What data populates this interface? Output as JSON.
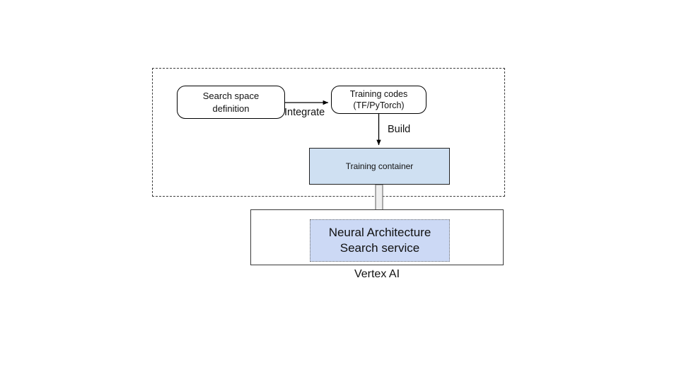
{
  "diagram": {
    "title_caption": "Vertex AI",
    "group_container": {
      "name": "user-managed-group",
      "border_style": "dashed"
    },
    "nodes": [
      {
        "id": "search-space",
        "label": "Search space\ndefinition",
        "line1": "Search space",
        "line2": "definition",
        "shape": "rounded-rectangle",
        "fill": "#ffffff",
        "stroke": "#000000"
      },
      {
        "id": "training-codes",
        "label": "Training codes\n(TF/PyTorch)",
        "line1": "Training codes",
        "line2": "(TF/PyTorch)",
        "shape": "rounded-rectangle",
        "fill": "#ffffff",
        "stroke": "#000000"
      },
      {
        "id": "training-container",
        "label": "Training container",
        "line1": "Training container",
        "shape": "rectangle",
        "fill": "#cfe0f2",
        "stroke": "#222222"
      },
      {
        "id": "vertex-ai",
        "label": "Vertex AI",
        "shape": "rectangle",
        "fill": "#ffffff",
        "stroke": "#3a3a3a"
      },
      {
        "id": "nas-service",
        "label": "Neural Architecture\nSearch service",
        "line1": "Neural Architecture",
        "line2": "Search service",
        "shape": "rectangle",
        "fill": "#ccd9f5",
        "stroke": "#6d6d6d",
        "border_style": "dotted"
      }
    ],
    "edges": [
      {
        "id": "edge-integrate",
        "from": "search-space",
        "to": "training-codes",
        "label": "Integrate",
        "style": "thin-arrow"
      },
      {
        "id": "edge-build",
        "from": "training-codes",
        "to": "training-container",
        "label": "Build",
        "style": "thin-arrow"
      },
      {
        "id": "edge-submit",
        "from": "training-container",
        "to": "nas-service",
        "label": "",
        "style": "block-arrow"
      }
    ],
    "colors": {
      "container_fill": "#cfe0f2",
      "service_fill": "#ccd9f5",
      "line": "#000000",
      "dashed_border": "#3c3c3c",
      "block_arrow_stroke": "#7a7a7a",
      "block_arrow_fill": "#efefef",
      "background": "#ffffff"
    }
  }
}
